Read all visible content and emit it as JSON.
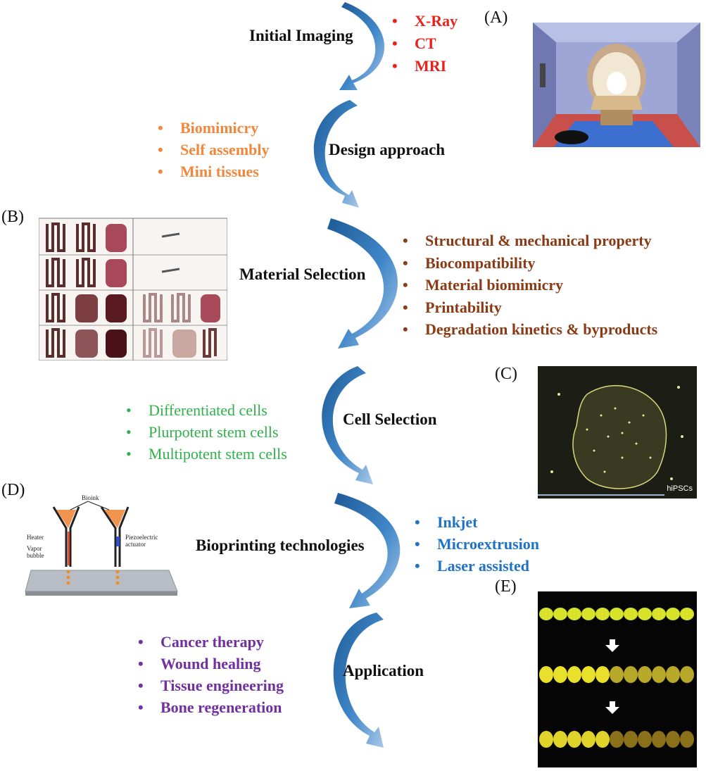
{
  "steps": {
    "initial_imaging": {
      "label": "Initial Imaging",
      "items": [
        "X-Ray",
        "CT",
        "MRI"
      ],
      "color": "#e8231e"
    },
    "design_approach": {
      "label": "Design approach",
      "items": [
        "Biomimicry",
        "Self assembly",
        "Mini tissues"
      ],
      "color": "#f0873c"
    },
    "material_selection": {
      "label": "Material Selection",
      "items": [
        "Structural & mechanical property",
        "Biocompatibility",
        "Material biomimicry",
        "Printability",
        "Degradation kinetics & byproducts"
      ],
      "color": "#8a3a14"
    },
    "cell_selection": {
      "label": "Cell Selection",
      "items": [
        "Differentiated cells",
        "Plurpotent stem cells",
        "Multipotent stem cells"
      ],
      "color": "#2fb14a"
    },
    "bioprinting": {
      "label": "Bioprinting technologies",
      "items": [
        "Inkjet",
        "Microextrusion",
        "Laser assisted"
      ],
      "color": "#1f73c6"
    },
    "application": {
      "label": "Application",
      "items": [
        "Cancer therapy",
        "Wound healing",
        "Tissue engineering",
        "Bone regeneration"
      ],
      "color": "#7030a0"
    }
  },
  "panels": {
    "a": "(A)",
    "b": "(B)",
    "c": "(C)",
    "d": "(D)",
    "e": "(E)"
  },
  "panel_c": {
    "caption": "hiPSCs"
  },
  "panel_d": {
    "labels": [
      "Bioink",
      "Heater",
      "Vapor",
      "bubble",
      "Piezoelectric",
      "actuator"
    ]
  },
  "arrow_color": "#2e75b6"
}
